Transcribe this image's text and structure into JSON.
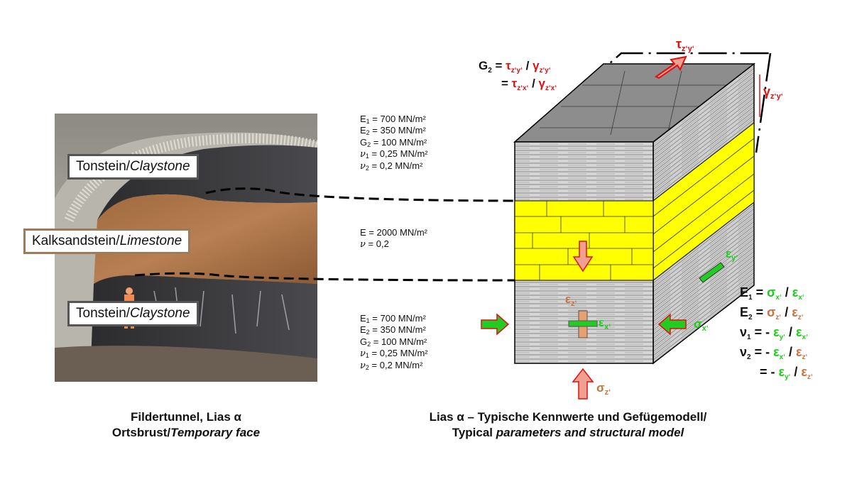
{
  "photo": {
    "labels": {
      "top": {
        "de": "Tonstein/",
        "en": "Claystone"
      },
      "middle": {
        "de": "Kalksandstein/",
        "en": "Limestone"
      },
      "bottom": {
        "de": "Tonstein/",
        "en": "Claystone"
      }
    }
  },
  "params_top": {
    "e1": "E",
    "e1_sub": "1",
    "e1_val": " = 700 MN/m²",
    "e2": "E",
    "e2_sub": "2",
    "e2_val": " = 350 MN/m²",
    "g2": "G",
    "g2_sub": "2",
    "g2_val": " = 100 MN/m²",
    "n1": "ν",
    "n1_sub": "1",
    "n1_val": " = 0,25 MN/m²",
    "n2": "ν",
    "n2_sub": "2",
    "n2_val": " = 0,2 MN/m²"
  },
  "params_mid": {
    "e": "E = 2000 MN/m²",
    "n": "ν",
    "n_val": " = 0,2"
  },
  "params_bot": {
    "e1": "E",
    "e1_sub": "1",
    "e1_val": " = 700 MN/m²",
    "e2": "E",
    "e2_sub": "2",
    "e2_val": " = 350 MN/m²",
    "g2": "G",
    "g2_sub": "2",
    "g2_val": " = 100 MN/m²",
    "n1": "ν",
    "n1_sub": "1",
    "n1_val": " = 0,25 MN/m²",
    "n2": "ν",
    "n2_sub": "2",
    "n2_val": " = 0,2 MN/m²"
  },
  "g2_formula": {
    "lhs": "G",
    "lhs_sub": "2",
    "eq": " = ",
    "tau": "τ",
    "zy": "z‘y‘",
    "slash": " / ",
    "gamma": "γ",
    "eq2": "= ",
    "zx": "z‘x‘"
  },
  "diagram_labels": {
    "tau_top": "τ",
    "tau_top_sub": "z‘y‘",
    "gamma_right": "γ",
    "gamma_right_sub": "z‘y‘",
    "eps_y": "ε",
    "eps_y_sub": "y‘",
    "eps_z": "ε",
    "eps_z_sub": "z‘",
    "eps_x": "ε",
    "eps_x_sub": "x‘",
    "sigma_x": "σ",
    "sigma_x_sub": "x‘",
    "sigma_z": "σ",
    "sigma_z_sub": "z‘"
  },
  "moduli": {
    "l1": {
      "lhs": "E",
      "lhs_sub": "1",
      "eq": " = ",
      "a": "σ",
      "a_sub": "x‘",
      "sl": " / ",
      "b": "ε",
      "b_sub": "x‘"
    },
    "l2": {
      "lhs": "E",
      "lhs_sub": "2",
      "eq": " = ",
      "a": "σ",
      "a_sub": "z‘",
      "sl": " / ",
      "b": "ε",
      "b_sub": "z‘"
    },
    "l3": {
      "lhs": "ν",
      "lhs_sub": "1",
      "eq": " = - ",
      "a": "ε",
      "a_sub": "y‘",
      "sl": " / ",
      "b": "ε",
      "b_sub": "x‘"
    },
    "l4": {
      "lhs": "ν",
      "lhs_sub": "2",
      "eq": " = - ",
      "a": "ε",
      "a_sub": "x‘",
      "sl": " / ",
      "b": "ε",
      "b_sub": "z‘"
    },
    "l5": {
      "eq": "= - ",
      "a": "ε",
      "a_sub": "y‘",
      "sl": " / ",
      "b": "ε",
      "b_sub": "z‘"
    }
  },
  "captions": {
    "left_1": "Fildertunnel, Lias α",
    "left_2_de": "Ortsbrust/",
    "left_2_en": "Temporary face",
    "right_1": "Lias α – Typische Kennwerte und Gefügemodell/",
    "right_2_de": "Typical",
    "right_2_en": " parameters and structural model"
  },
  "colors": {
    "yellow_layer": "#ffff00",
    "claystone": "#cfcfcf",
    "top_face": "#8a8a8a",
    "green_arrow": "#22cc22",
    "orange_arrow": "#f0a090",
    "red_text": "#e01010"
  }
}
